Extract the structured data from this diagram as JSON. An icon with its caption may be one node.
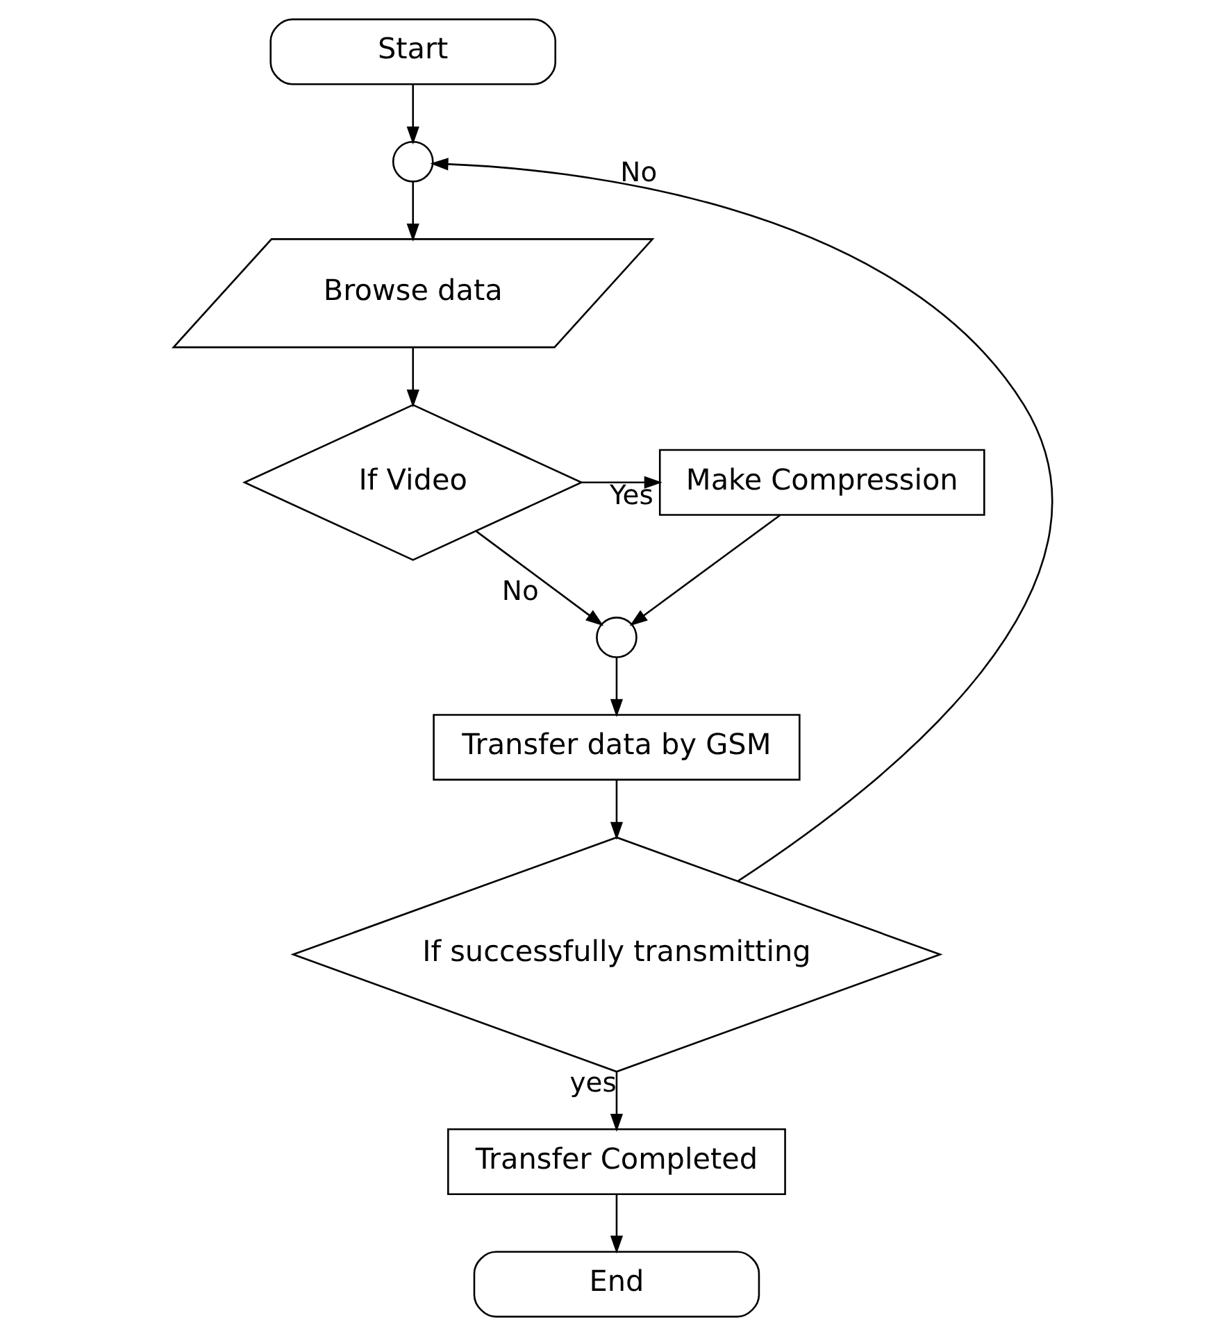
{
  "diagram": {
    "nodes": [
      {
        "text": [
          "Start"
        ]
      },
      {
        "text": [],
        "shape": "circle"
      },
      {
        "text": [
          "Browse data"
        ]
      },
      {
        "text": [
          "If Video"
        ]
      },
      {
        "text": [
          "Make Compression"
        ]
      },
      {
        "text": [],
        "shape": "circle"
      },
      {
        "text": [
          "Transfer data by GSM"
        ]
      },
      {
        "text": [
          "If successfully transmitting"
        ]
      },
      {
        "text": [
          "Transfer Completed"
        ]
      },
      {
        "text": [
          "End"
        ]
      }
    ],
    "edges": [
      {
        "from": 0,
        "to": 1,
        "arrow": "to"
      },
      {
        "from": 1,
        "to": 2,
        "arrow": "to"
      },
      {
        "from": 2,
        "to": 3,
        "arrow": "to"
      },
      {
        "from": 3,
        "to": 4,
        "arrow": "to",
        "label": "Yes"
      },
      {
        "from": 3,
        "to": 5,
        "arrow": "to",
        "label": "No"
      },
      {
        "from": 4,
        "to": 5,
        "arrow": "to"
      },
      {
        "from": 5,
        "to": 6,
        "arrow": "to"
      },
      {
        "from": 6,
        "to": 7,
        "arrow": "to"
      },
      {
        "from": 7,
        "to": 1,
        "arrow": "to",
        "label": "No"
      },
      {
        "from": 7,
        "to": 8,
        "arrow": "to",
        "label": "yes"
      },
      {
        "from": 8,
        "to": 9,
        "arrow": "to"
      }
    ]
  }
}
